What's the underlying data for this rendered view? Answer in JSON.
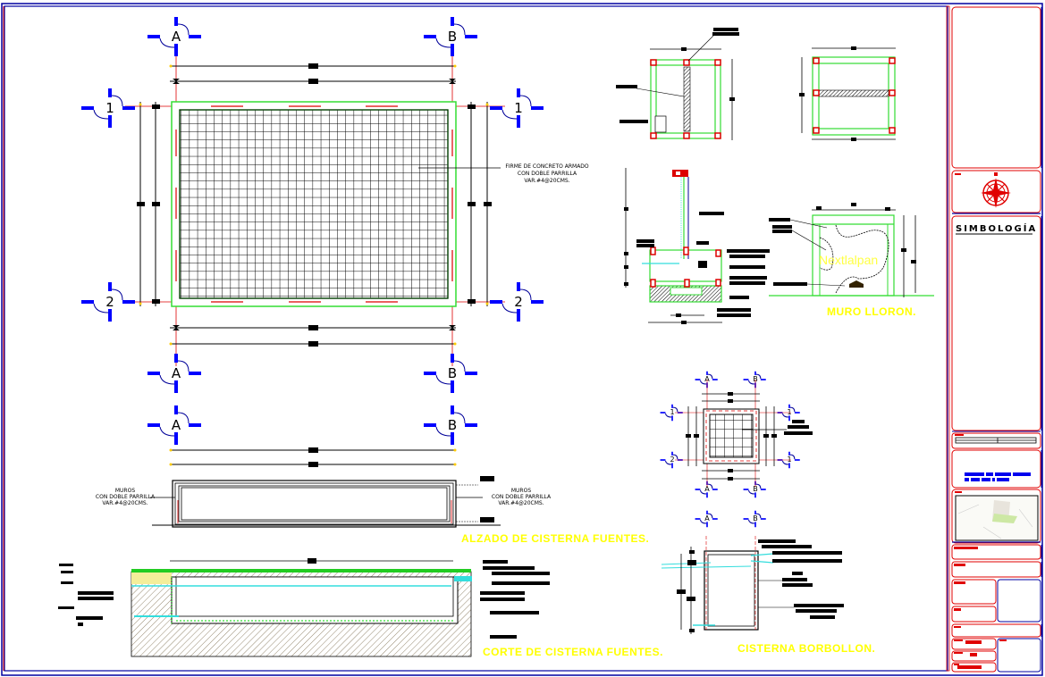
{
  "drawing": {
    "type": "CAD architectural sheet",
    "colors": {
      "frame_blue": "#0000a0",
      "frame_red": "#e00000",
      "axis_blue": "#0000ff",
      "green_outline": "#33dd33",
      "cyan": "#33dddd",
      "yellow_text": "#ffff00",
      "red_rebar": "#dd0000"
    },
    "plan": {
      "axis_letters": [
        "A",
        "B"
      ],
      "axis_numbers": [
        "1",
        "2"
      ],
      "note": [
        "FIRME DE CONCRETO ARMADO",
        "CON DOBLE PARRILLA",
        "VAR.#4@20CMS."
      ]
    },
    "elevation": {
      "title": "ALZADO DE CISTERNA FUENTES.",
      "note_left": [
        "MUROS",
        "CON DOBLE PARRILLA",
        "VAR.#4@20CMS."
      ],
      "note_right": [
        "MUROS",
        "CON DOBLE PARRILLA",
        "VAR.#4@20CMS."
      ]
    },
    "section": {
      "title": "CORTE DE CISTERNA FUENTES."
    },
    "muro_lloron": {
      "title": "MURO LLORON.",
      "label": "Nextlalpan"
    },
    "borbollon": {
      "title": "CISTERNA BORBOLLON.",
      "axis_letters": [
        "A",
        "B"
      ],
      "axis_numbers": [
        "1",
        "2"
      ]
    },
    "title_block": {
      "symbology_label": "SIMBOLOGÍA",
      "north_icon": "compass-rose"
    }
  }
}
